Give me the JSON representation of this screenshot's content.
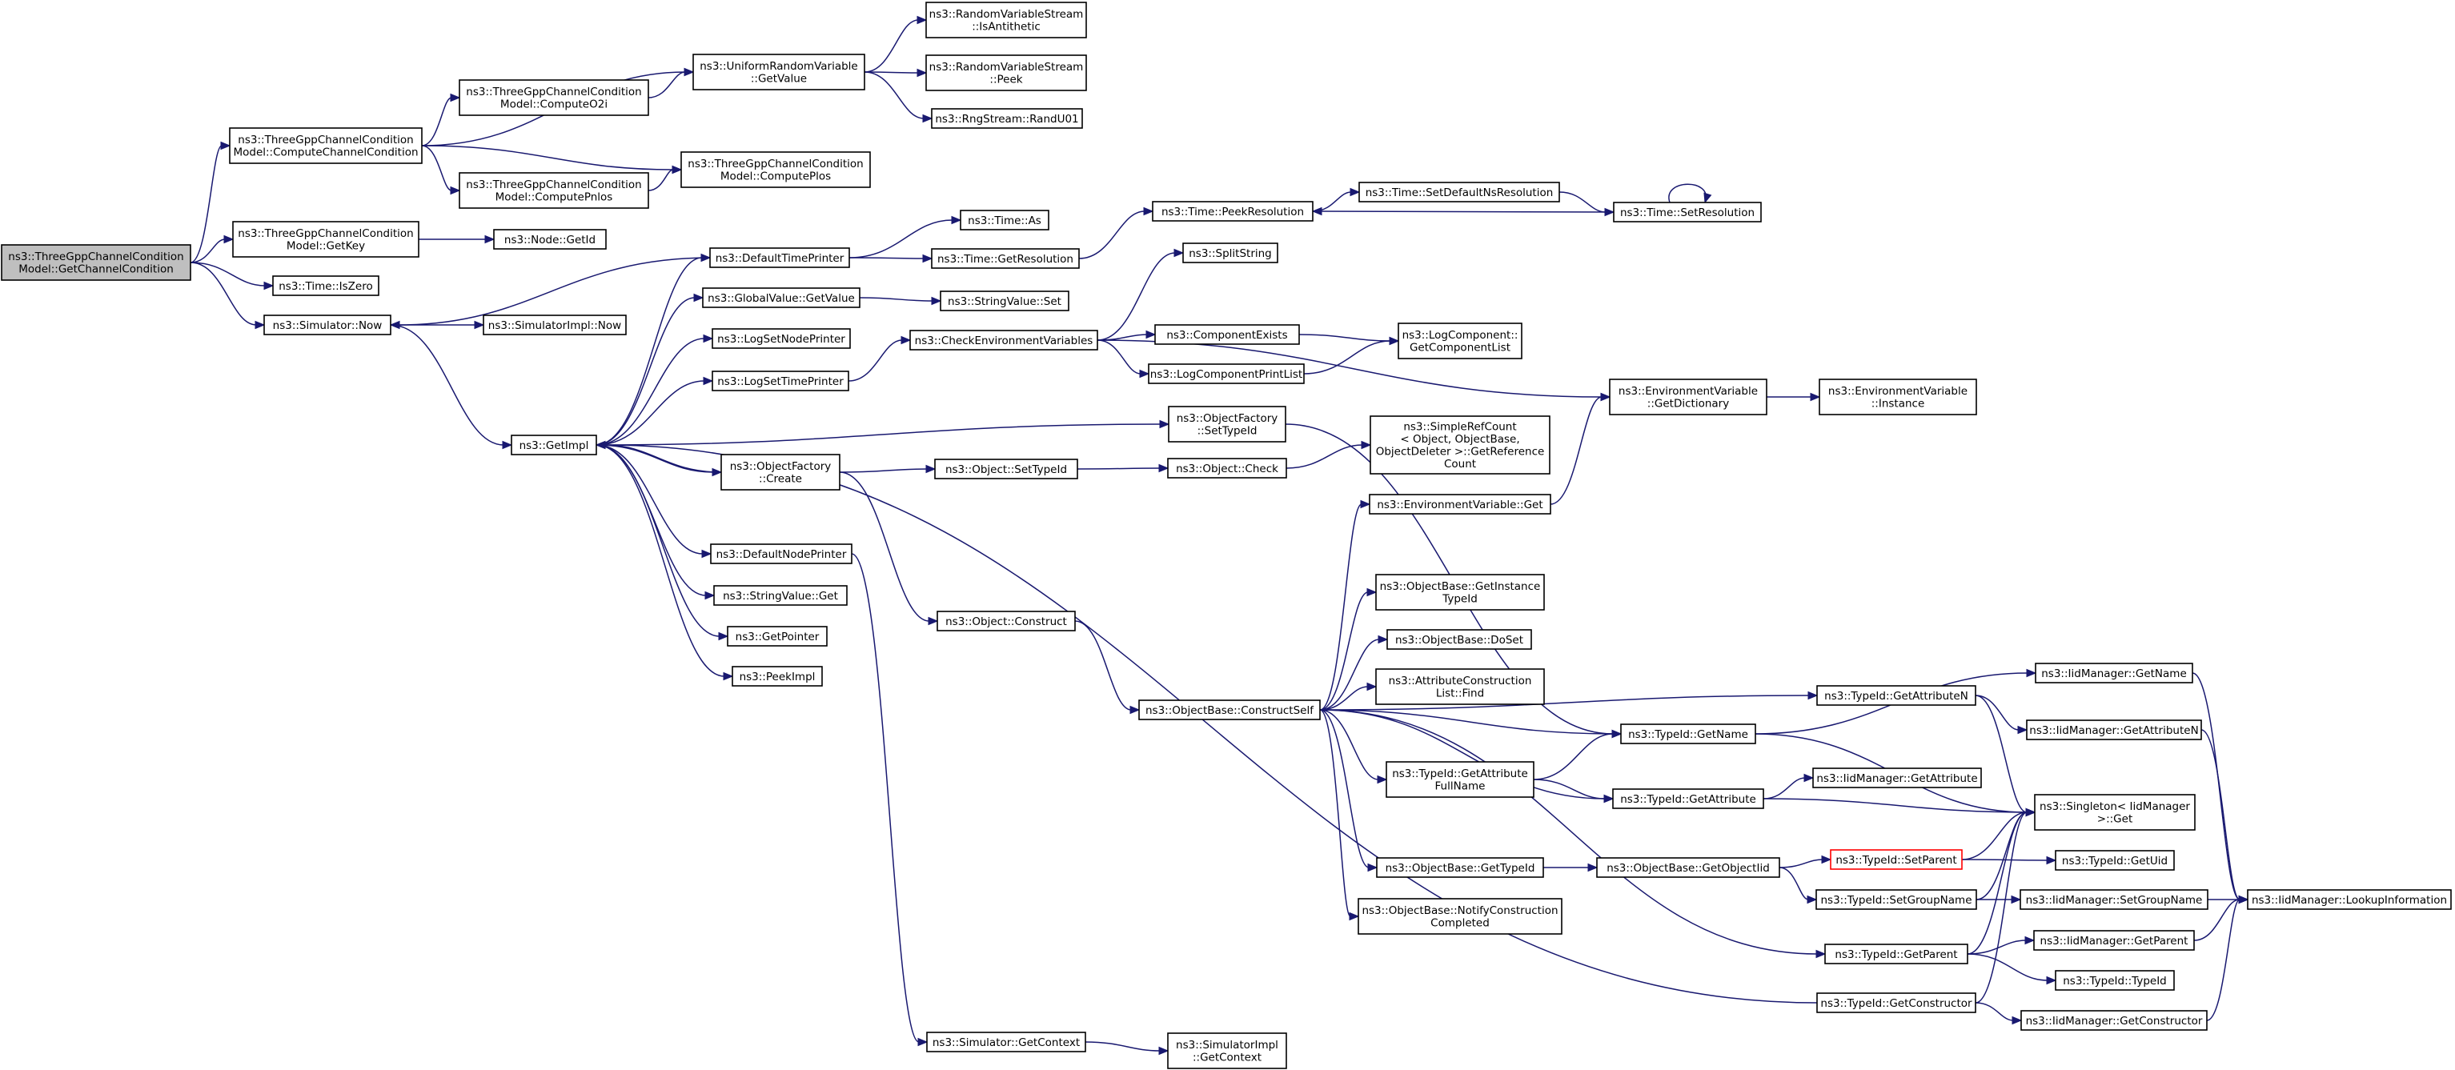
{
  "graph": {
    "colors": {
      "background": "#ffffff",
      "edge": "#191970",
      "node_border": "#000000",
      "root_fill": "#bfbfbf",
      "highlight_border": "#ff0000"
    },
    "nodes": {
      "root": {
        "lines": [
          "ns3::ThreeGppChannelCondition",
          "Model::GetChannelCondition"
        ]
      },
      "ccc": {
        "lines": [
          "ns3::ThreeGppChannelCondition",
          "Model::ComputeChannelCondition"
        ]
      },
      "getkey": {
        "lines": [
          "ns3::ThreeGppChannelCondition",
          "Model::GetKey"
        ]
      },
      "iszero": {
        "lines": [
          "ns3::Time::IsZero"
        ]
      },
      "simnow": {
        "lines": [
          "ns3::Simulator::Now"
        ]
      },
      "o2i": {
        "lines": [
          "ns3::ThreeGppChannelCondition",
          "Model::ComputeO2i"
        ]
      },
      "pnlos": {
        "lines": [
          "ns3::ThreeGppChannelCondition",
          "Model::ComputePnlos"
        ]
      },
      "pplos": {
        "lines": [
          "ns3::ThreeGppChannelCondition",
          "Model::ComputePlos"
        ]
      },
      "urv": {
        "lines": [
          "ns3::UniformRandomVariable",
          "::GetValue"
        ]
      },
      "isanti": {
        "lines": [
          "ns3::RandomVariableStream",
          "::IsAntithetic"
        ]
      },
      "peek": {
        "lines": [
          "ns3::RandomVariableStream",
          "::Peek"
        ]
      },
      "randu01": {
        "lines": [
          "ns3::RngStream::RandU01"
        ]
      },
      "nodegetid": {
        "lines": [
          "ns3::Node::GetId"
        ]
      },
      "simimplnow": {
        "lines": [
          "ns3::SimulatorImpl::Now"
        ]
      },
      "getimpl": {
        "lines": [
          "ns3::GetImpl"
        ]
      },
      "dtp": {
        "lines": [
          "ns3::DefaultTimePrinter"
        ]
      },
      "gvgv": {
        "lines": [
          "ns3::GlobalValue::GetValue"
        ]
      },
      "lsnp": {
        "lines": [
          "ns3::LogSetNodePrinter"
        ]
      },
      "lstp": {
        "lines": [
          "ns3::LogSetTimePrinter"
        ]
      },
      "ofcreate": {
        "lines": [
          "ns3::ObjectFactory",
          "::Create"
        ]
      },
      "dnp": {
        "lines": [
          "ns3::DefaultNodePrinter"
        ]
      },
      "svget": {
        "lines": [
          "ns3::StringValue::Get"
        ]
      },
      "getpointer": {
        "lines": [
          "ns3::GetPointer"
        ]
      },
      "peekimpl": {
        "lines": [
          "ns3::PeekImpl"
        ]
      },
      "timeas": {
        "lines": [
          "ns3::Time::As"
        ]
      },
      "getres": {
        "lines": [
          "ns3::Time::GetResolution"
        ]
      },
      "svset": {
        "lines": [
          "ns3::StringValue::Set"
        ]
      },
      "cev": {
        "lines": [
          "ns3::CheckEnvironmentVariables"
        ]
      },
      "objsettid": {
        "lines": [
          "ns3::Object::SetTypeId"
        ]
      },
      "objconstruct": {
        "lines": [
          "ns3::Object::Construct"
        ]
      },
      "simgetctx": {
        "lines": [
          "ns3::Simulator::GetContext"
        ]
      },
      "peekres": {
        "lines": [
          "ns3::Time::PeekResolution"
        ]
      },
      "splitstr": {
        "lines": [
          "ns3::SplitString"
        ]
      },
      "compexists": {
        "lines": [
          "ns3::ComponentExists"
        ]
      },
      "lcpl": {
        "lines": [
          "ns3::LogComponentPrintList"
        ]
      },
      "ofsettid": {
        "lines": [
          "ns3::ObjectFactory",
          "::SetTypeId"
        ]
      },
      "objcheck": {
        "lines": [
          "ns3::Object::Check"
        ]
      },
      "obcs": {
        "lines": [
          "ns3::ObjectBase::ConstructSelf"
        ]
      },
      "simimplctx": {
        "lines": [
          "ns3::SimulatorImpl",
          "::GetContext"
        ]
      },
      "setdefns": {
        "lines": [
          "ns3::Time::SetDefaultNsResolution"
        ]
      },
      "lcgcl": {
        "lines": [
          "ns3::LogComponent::",
          "GetComponentList"
        ]
      },
      "srcgrc": {
        "lines": [
          "ns3::SimpleRefCount",
          "< Object, ObjectBase,",
          " ObjectDeleter >::GetReference",
          "Count"
        ]
      },
      "envget": {
        "lines": [
          "ns3::EnvironmentVariable::Get"
        ]
      },
      "obgit": {
        "lines": [
          "ns3::ObjectBase::GetInstance",
          "TypeId"
        ]
      },
      "obdoset": {
        "lines": [
          "ns3::ObjectBase::DoSet"
        ]
      },
      "acl": {
        "lines": [
          "ns3::AttributeConstruction",
          "List::Find"
        ]
      },
      "tgafn": {
        "lines": [
          "ns3::TypeId::GetAttribute",
          "FullName"
        ]
      },
      "obgtid": {
        "lines": [
          "ns3::ObjectBase::GetTypeId"
        ]
      },
      "obncc": {
        "lines": [
          "ns3::ObjectBase::NotifyConstruction",
          "Completed"
        ]
      },
      "settimeres": {
        "lines": [
          "ns3::Time::SetResolution"
        ]
      },
      "envgetdict": {
        "lines": [
          "ns3::EnvironmentVariable",
          "::GetDictionary"
        ]
      },
      "tidgetname": {
        "lines": [
          "ns3::TypeId::GetName"
        ]
      },
      "tidgetattr": {
        "lines": [
          "ns3::TypeId::GetAttribute"
        ]
      },
      "obgoid": {
        "lines": [
          "ns3::ObjectBase::GetObjectIid"
        ]
      },
      "envinst": {
        "lines": [
          "ns3::EnvironmentVariable",
          "::Instance"
        ]
      },
      "tidgan": {
        "lines": [
          "ns3::TypeId::GetAttributeN"
        ]
      },
      "tidsetparent": {
        "lines": [
          "ns3::TypeId::SetParent"
        ]
      },
      "tidsgn": {
        "lines": [
          "ns3::TypeId::SetGroupName"
        ]
      },
      "tidgp": {
        "lines": [
          "ns3::TypeId::GetParent"
        ]
      },
      "tidgc": {
        "lines": [
          "ns3::TypeId::GetConstructor"
        ]
      },
      "iidgetname": {
        "lines": [
          "ns3::IidManager::GetName"
        ]
      },
      "iidgan": {
        "lines": [
          "ns3::IidManager::GetAttributeN"
        ]
      },
      "iidgetattr": {
        "lines": [
          "ns3::IidManager::GetAttribute"
        ]
      },
      "singleton": {
        "lines": [
          "ns3::Singleton< IidManager",
          " >::Get"
        ]
      },
      "tidgetuid": {
        "lines": [
          "ns3::TypeId::GetUid"
        ]
      },
      "iidsgn": {
        "lines": [
          "ns3::IidManager::SetGroupName"
        ]
      },
      "iidgp": {
        "lines": [
          "ns3::IidManager::GetParent"
        ]
      },
      "tidtid": {
        "lines": [
          "ns3::TypeId::TypeId"
        ]
      },
      "iidgc": {
        "lines": [
          "ns3::IidManager::GetConstructor"
        ]
      },
      "lookup": {
        "lines": [
          "ns3::IidManager::LookupInformation"
        ]
      }
    },
    "edges": [
      [
        "root",
        "ccc"
      ],
      [
        "root",
        "getkey"
      ],
      [
        "root",
        "iszero"
      ],
      [
        "root",
        "simnow"
      ],
      [
        "ccc",
        "urv"
      ],
      [
        "ccc",
        "o2i"
      ],
      [
        "ccc",
        "pplos"
      ],
      [
        "ccc",
        "pnlos"
      ],
      [
        "o2i",
        "urv"
      ],
      [
        "pnlos",
        "pplos"
      ],
      [
        "urv",
        "isanti"
      ],
      [
        "urv",
        "peek"
      ],
      [
        "urv",
        "randu01"
      ],
      [
        "getkey",
        "nodegetid"
      ],
      [
        "simnow",
        "simimplnow"
      ],
      [
        "simnow",
        "getimpl"
      ],
      [
        "getimpl",
        "dtp"
      ],
      [
        "getimpl",
        "gvgv"
      ],
      [
        "getimpl",
        "lsnp"
      ],
      [
        "getimpl",
        "lstp"
      ],
      [
        "getimpl",
        "ofsettid"
      ],
      [
        "getimpl",
        "ofcreate"
      ],
      [
        "getimpl",
        "dnp"
      ],
      [
        "getimpl",
        "svget"
      ],
      [
        "getimpl",
        "getpointer"
      ],
      [
        "getimpl",
        "peekimpl"
      ],
      [
        "dtp",
        "simnow"
      ],
      [
        "dtp",
        "timeas"
      ],
      [
        "dtp",
        "getres"
      ],
      [
        "gvgv",
        "svset"
      ],
      [
        "lstp",
        "cev"
      ],
      [
        "ofcreate",
        "getimpl"
      ],
      [
        "ofcreate",
        "objsettid"
      ],
      [
        "ofcreate",
        "objconstruct"
      ],
      [
        "dnp",
        "simgetctx"
      ],
      [
        "getres",
        "peekres"
      ],
      [
        "cev",
        "splitstr"
      ],
      [
        "cev",
        "compexists"
      ],
      [
        "cev",
        "lcpl"
      ],
      [
        "cev",
        "envgetdict"
      ],
      [
        "compexists",
        "lcgcl"
      ],
      [
        "lcpl",
        "lcgcl"
      ],
      [
        "ofsettid",
        "tidgetname"
      ],
      [
        "objsettid",
        "objcheck"
      ],
      [
        "objcheck",
        "srcgrc"
      ],
      [
        "objconstruct",
        "obcs"
      ],
      [
        "simgetctx",
        "simimplctx"
      ],
      [
        "peekres",
        "setdefns"
      ],
      [
        "setdefns",
        "settimeres"
      ],
      [
        "settimeres",
        "peekres"
      ],
      [
        "settimeres",
        "settimeres"
      ],
      [
        "obcs",
        "envget"
      ],
      [
        "obcs",
        "obgit"
      ],
      [
        "obcs",
        "obdoset"
      ],
      [
        "obcs",
        "acl"
      ],
      [
        "obcs",
        "tgafn"
      ],
      [
        "obcs",
        "tidgetname"
      ],
      [
        "obcs",
        "tidgetattr"
      ],
      [
        "obcs",
        "obgtid"
      ],
      [
        "obcs",
        "obncc"
      ],
      [
        "obcs",
        "tidgan"
      ],
      [
        "obcs",
        "tidgp"
      ],
      [
        "envget",
        "envgetdict"
      ],
      [
        "envgetdict",
        "envinst"
      ],
      [
        "tgafn",
        "tidgetname"
      ],
      [
        "tgafn",
        "tidgetattr"
      ],
      [
        "tidgetname",
        "iidgetname"
      ],
      [
        "tidgetname",
        "singleton"
      ],
      [
        "tidgetattr",
        "iidgetattr"
      ],
      [
        "tidgetattr",
        "singleton"
      ],
      [
        "obgtid",
        "obgoid"
      ],
      [
        "obgoid",
        "tidsetparent"
      ],
      [
        "obgoid",
        "tidsgn"
      ],
      [
        "tidsetparent",
        "tidgetuid"
      ],
      [
        "tidsetparent",
        "singleton"
      ],
      [
        "tidsgn",
        "iidsgn"
      ],
      [
        "tidsgn",
        "singleton"
      ],
      [
        "tidgan",
        "iidgan"
      ],
      [
        "tidgan",
        "singleton"
      ],
      [
        "tidgp",
        "iidgp"
      ],
      [
        "tidgp",
        "tidtid"
      ],
      [
        "tidgp",
        "singleton"
      ],
      [
        "tidgc",
        "iidgc"
      ],
      [
        "tidgc",
        "singleton"
      ],
      [
        "tidgc",
        "getimpl"
      ],
      [
        "iidgetname",
        "lookup"
      ],
      [
        "iidgan",
        "lookup"
      ],
      [
        "iidsgn",
        "lookup"
      ],
      [
        "iidgp",
        "lookup"
      ],
      [
        "iidgc",
        "lookup"
      ]
    ]
  }
}
